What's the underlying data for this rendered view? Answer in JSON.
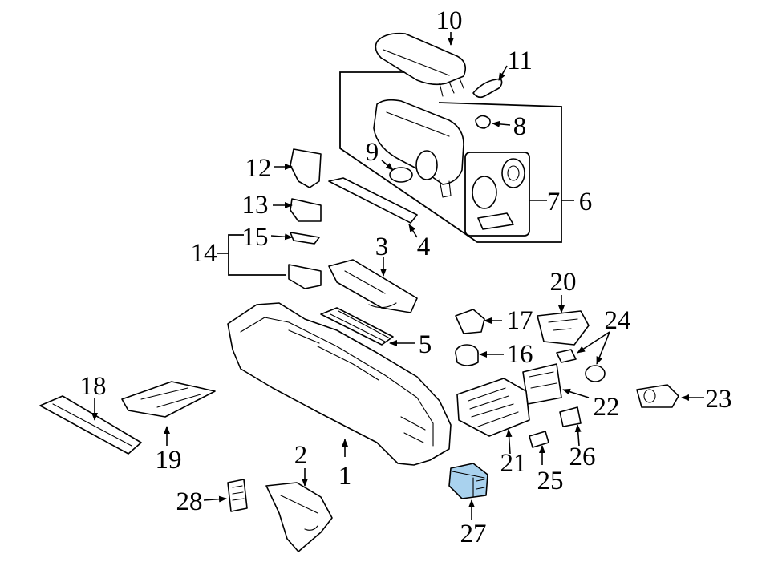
{
  "diagram": {
    "callouts": [
      "1",
      "2",
      "3",
      "4",
      "5",
      "6",
      "7",
      "8",
      "9",
      "10",
      "11",
      "12",
      "13",
      "14",
      "15",
      "16",
      "17",
      "18",
      "19",
      "20",
      "21",
      "22",
      "23",
      "24",
      "25",
      "26",
      "27",
      "28"
    ],
    "highlight_part": "27",
    "highlight_color": "#a9d2ee",
    "line_color": "#000000"
  }
}
